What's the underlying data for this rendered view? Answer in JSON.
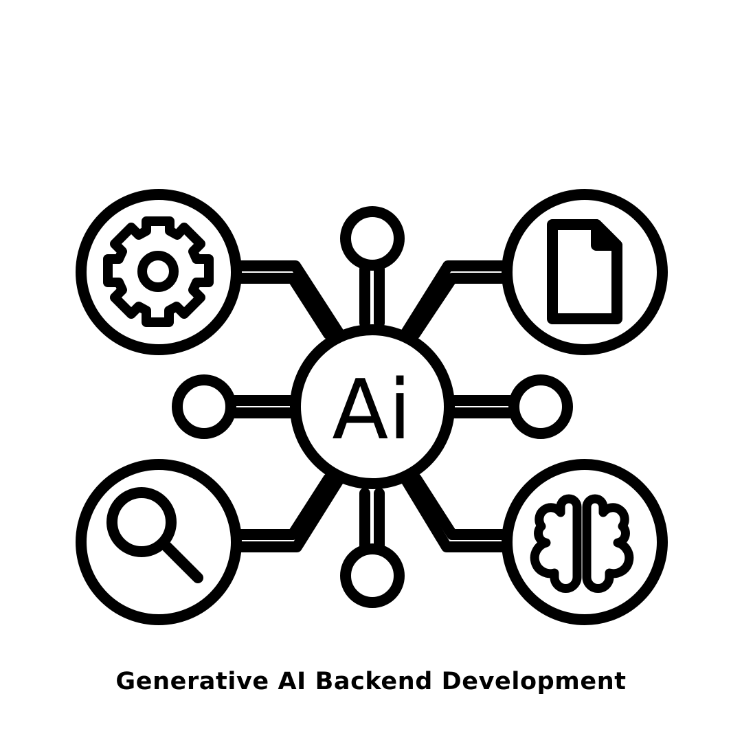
{
  "center": {
    "label": "Ai"
  },
  "caption": "Generative AI Backend Development",
  "colors": {
    "stroke": "#000000",
    "background": "#ffffff"
  },
  "nodes": [
    {
      "name": "gear-node",
      "icon": "gear-icon"
    },
    {
      "name": "document-node",
      "icon": "document-icon"
    },
    {
      "name": "search-node",
      "icon": "magnifier-icon"
    },
    {
      "name": "brain-node",
      "icon": "brain-icon"
    }
  ]
}
